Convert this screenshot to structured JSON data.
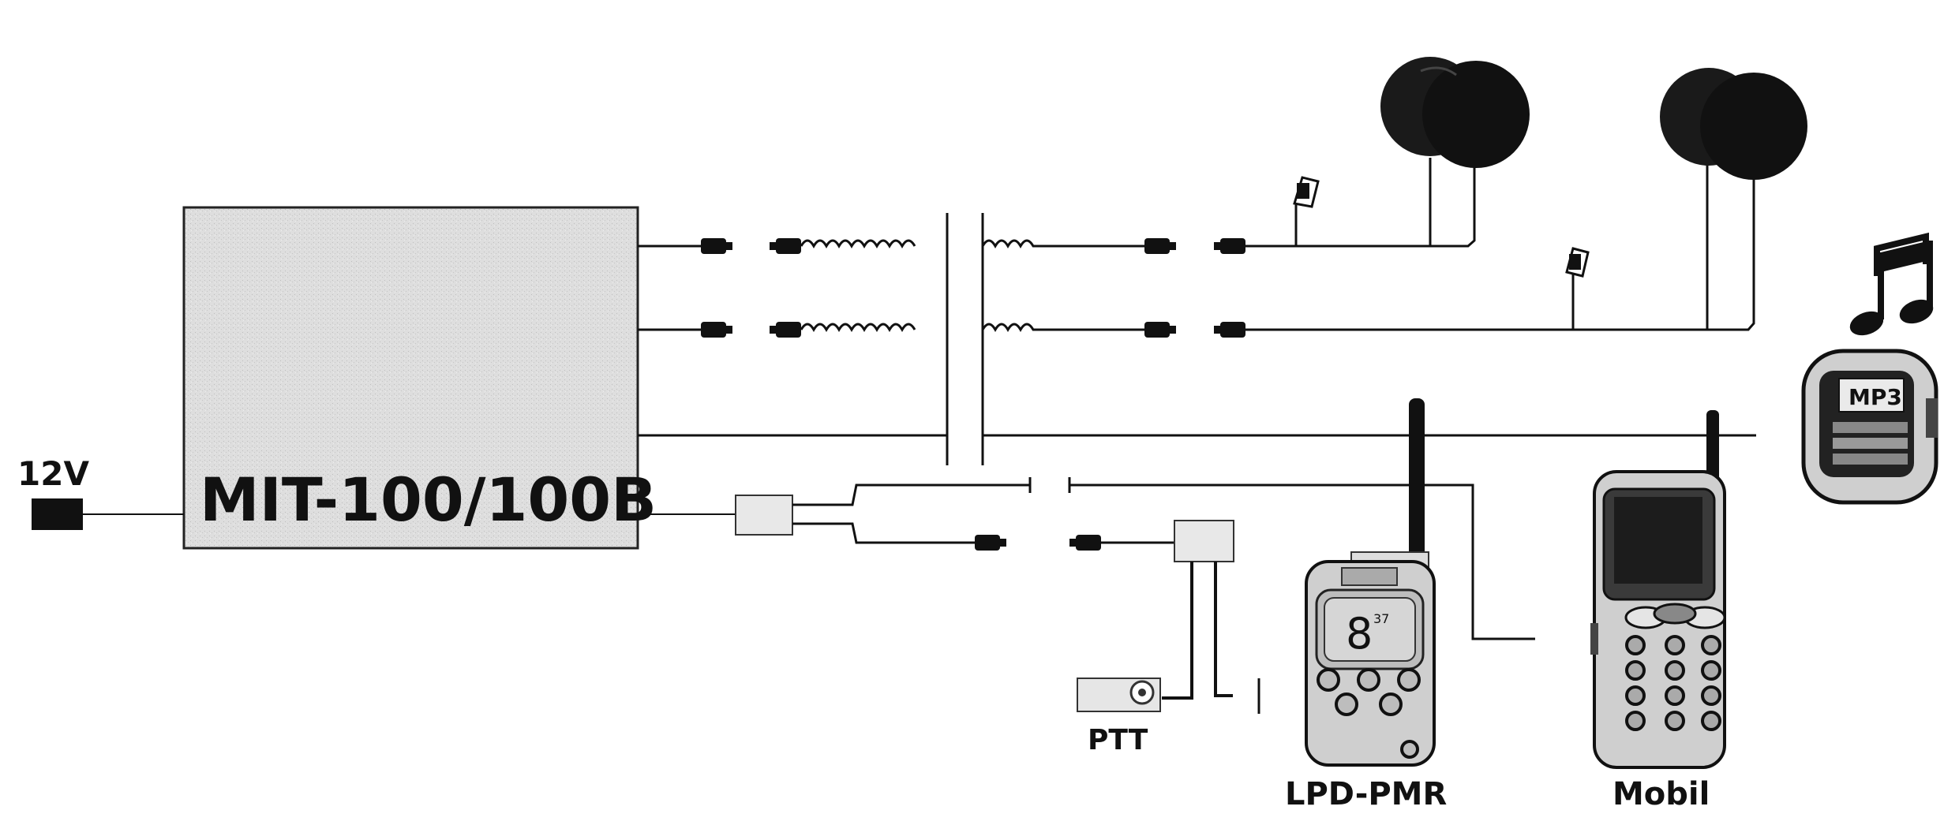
{
  "unit": {
    "model": "MIT-100/100B"
  },
  "power": {
    "label": "12V"
  },
  "devices": {
    "ptt_label": "PTT",
    "radio_label": "LPD-PMR",
    "phone_label": "Mobil",
    "radio_display": "8",
    "radio_display_small": "37",
    "mp3_label": "MP3"
  },
  "colors": {
    "line": "#111111",
    "box_fill": "#d9d9d9",
    "device_fill": "#cfcfcf",
    "speaker_fill": "#1a1a1a"
  },
  "icons": {
    "music": "music-note-icon",
    "mp3": "mp3-player-icon"
  }
}
